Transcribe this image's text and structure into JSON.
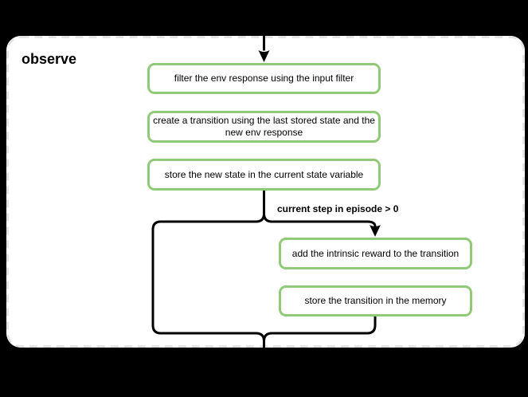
{
  "diagram": {
    "title": "observe",
    "condition_label": "current step in episode > 0",
    "main_steps": [
      {
        "label": "filter the env response using the input filter"
      },
      {
        "label": "create a transition using the last stored state and the new env response"
      },
      {
        "label": "store the new state in the current state variable"
      }
    ],
    "branch_steps": [
      {
        "label": "add the intrinsic reward to the transition"
      },
      {
        "label": "store the transition in the memory"
      }
    ],
    "colors": {
      "background": "#000000",
      "panel_fill": "#ffffff",
      "panel_border": "#e4e4e4",
      "node_border": "#90c977",
      "node_fill": "#ffffff",
      "connector": "#000000",
      "text": "#000000"
    }
  }
}
